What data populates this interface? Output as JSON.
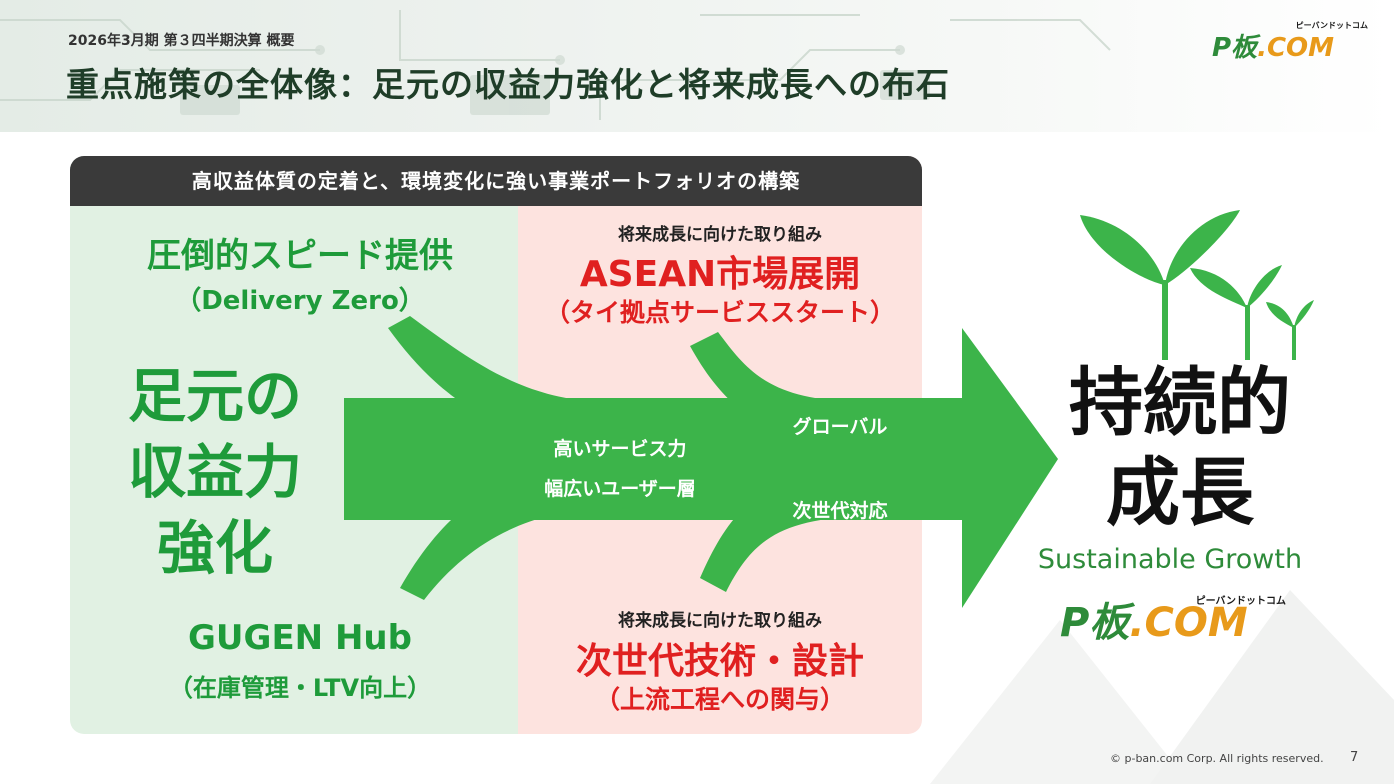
{
  "header": {
    "subtitle": "2026年3月期 第３四半期決算 概要",
    "title": "重点施策の全体像：足元の収益力強化と将来成長への布石"
  },
  "logo": {
    "mark": "P板",
    "dot": ".COM",
    "ruby": "ピーバンドットコム"
  },
  "banner": "高収益体質の定着と、環境変化に強い事業ポートフォリオの構築",
  "left": {
    "speed_title": "圧倒的スピード提供",
    "speed_sub": "（Delivery Zero）",
    "core": "足元の収益力強化",
    "gugen_title": "GUGEN Hub",
    "gugen_sub": "（在庫管理・LTV向上）"
  },
  "right": {
    "asean_label": "将来成長に向けた取り組み",
    "asean_title": "ASEAN市場展開",
    "asean_sub": "（タイ拠点サービススタート）",
    "next_label": "将来成長に向けた取り組み",
    "next_title": "次世代技術・設計",
    "next_sub": "（上流工程への関与）"
  },
  "arrow_labels": {
    "service": "高いサービス力",
    "users": "幅広いユーザー層",
    "global": "グローバル",
    "next_gen": "次世代対応"
  },
  "goal": {
    "title": "持続的成長",
    "english": "Sustainable Growth"
  },
  "footer": {
    "copyright": "© p-ban.com Corp. All rights reserved.",
    "page": "7"
  },
  "colors": {
    "arrow_green": "#3cb44a",
    "heading_green": "#1e9b3a",
    "heading_red": "#e02020",
    "panel_green": "#e1f1e3",
    "panel_pink": "#fde3df",
    "banner": "#3a3a3a"
  }
}
